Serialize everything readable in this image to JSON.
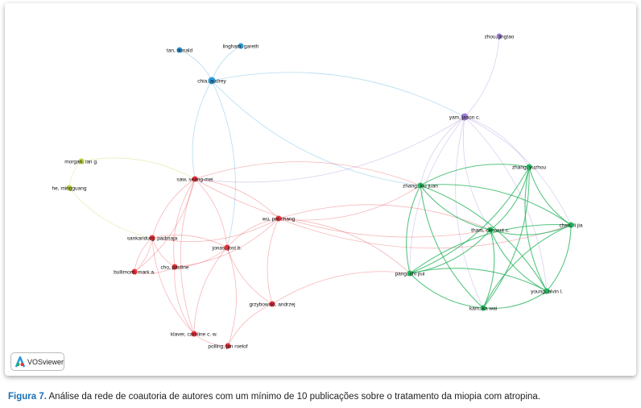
{
  "logo": {
    "text": "VOSviewer"
  },
  "caption": {
    "figure_label": "Figura 7.",
    "text": " Análise da rede de coautoria de autores com um mínimo de 10 publicações sobre o tratamento da miopia com atropina."
  },
  "cluster_colors": {
    "red": "#e8303a",
    "green": "#22b35a",
    "blue": "#2c9ad8",
    "purple": "#9a7bd0",
    "yellow": "#b9cf3a"
  },
  "nodes": [
    {
      "label": "tan, donald",
      "cluster": "blue"
    },
    {
      "label": "lingham, gareth",
      "cluster": "blue"
    },
    {
      "label": "chia, audrey",
      "cluster": "blue"
    },
    {
      "label": "zhou, jingtao",
      "cluster": "purple"
    },
    {
      "label": "yam, jason c.",
      "cluster": "purple"
    },
    {
      "label": "morgan, ian g.",
      "cluster": "yellow"
    },
    {
      "label": "he, mingguang",
      "cluster": "yellow"
    },
    {
      "label": "saw, seang-mei",
      "cluster": "red"
    },
    {
      "label": "wu, pei-chang",
      "cluster": "red"
    },
    {
      "label": "sankaridurg, padmaja",
      "cluster": "red"
    },
    {
      "label": "jonas, jost b.",
      "cluster": "red"
    },
    {
      "label": "cho, pauline",
      "cluster": "red"
    },
    {
      "label": "bullimore, mark a.",
      "cluster": "red"
    },
    {
      "label": "grzybowski, andrzej",
      "cluster": "red"
    },
    {
      "label": "klaver, caroline c. w.",
      "cluster": "red"
    },
    {
      "label": "polling, jan roelof",
      "cluster": "red"
    },
    {
      "label": "zhang, xiu juan",
      "cluster": "green"
    },
    {
      "label": "zhang, yuzhou",
      "cluster": "green"
    },
    {
      "label": "tham, clement c.",
      "cluster": "green"
    },
    {
      "label": "chen, li jia",
      "cluster": "green"
    },
    {
      "label": "pang, chi pui",
      "cluster": "green"
    },
    {
      "label": "young, alvin l.",
      "cluster": "green"
    },
    {
      "label": "kam, ka wai",
      "cluster": "green"
    }
  ],
  "edges": [
    [
      0,
      2
    ],
    [
      1,
      2
    ],
    [
      2,
      4
    ],
    [
      2,
      7
    ],
    [
      2,
      10
    ],
    [
      2,
      16
    ],
    [
      3,
      4
    ],
    [
      4,
      16
    ],
    [
      4,
      17
    ],
    [
      4,
      18
    ],
    [
      4,
      19
    ],
    [
      4,
      20
    ],
    [
      4,
      21
    ],
    [
      4,
      22
    ],
    [
      4,
      7
    ],
    [
      5,
      6
    ],
    [
      5,
      7
    ],
    [
      6,
      9
    ],
    [
      7,
      8
    ],
    [
      7,
      9
    ],
    [
      7,
      10
    ],
    [
      7,
      11
    ],
    [
      7,
      12
    ],
    [
      7,
      14
    ],
    [
      7,
      16
    ],
    [
      7,
      18
    ],
    [
      8,
      9
    ],
    [
      8,
      10
    ],
    [
      8,
      11
    ],
    [
      8,
      16
    ],
    [
      8,
      18
    ],
    [
      8,
      19
    ],
    [
      8,
      20
    ],
    [
      8,
      13
    ],
    [
      9,
      10
    ],
    [
      9,
      11
    ],
    [
      9,
      12
    ],
    [
      9,
      14
    ],
    [
      10,
      11
    ],
    [
      10,
      14
    ],
    [
      10,
      15
    ],
    [
      10,
      13
    ],
    [
      11,
      12
    ],
    [
      11,
      14
    ],
    [
      12,
      9
    ],
    [
      13,
      15
    ],
    [
      13,
      20
    ],
    [
      14,
      15
    ],
    [
      16,
      17
    ],
    [
      16,
      18
    ],
    [
      16,
      19
    ],
    [
      16,
      20
    ],
    [
      16,
      21
    ],
    [
      16,
      22
    ],
    [
      17,
      18
    ],
    [
      17,
      19
    ],
    [
      17,
      20
    ],
    [
      17,
      21
    ],
    [
      17,
      22
    ],
    [
      18,
      19
    ],
    [
      18,
      20
    ],
    [
      18,
      21
    ],
    [
      18,
      22
    ],
    [
      19,
      20
    ],
    [
      19,
      21
    ],
    [
      19,
      22
    ],
    [
      20,
      21
    ],
    [
      20,
      22
    ],
    [
      21,
      22
    ]
  ]
}
